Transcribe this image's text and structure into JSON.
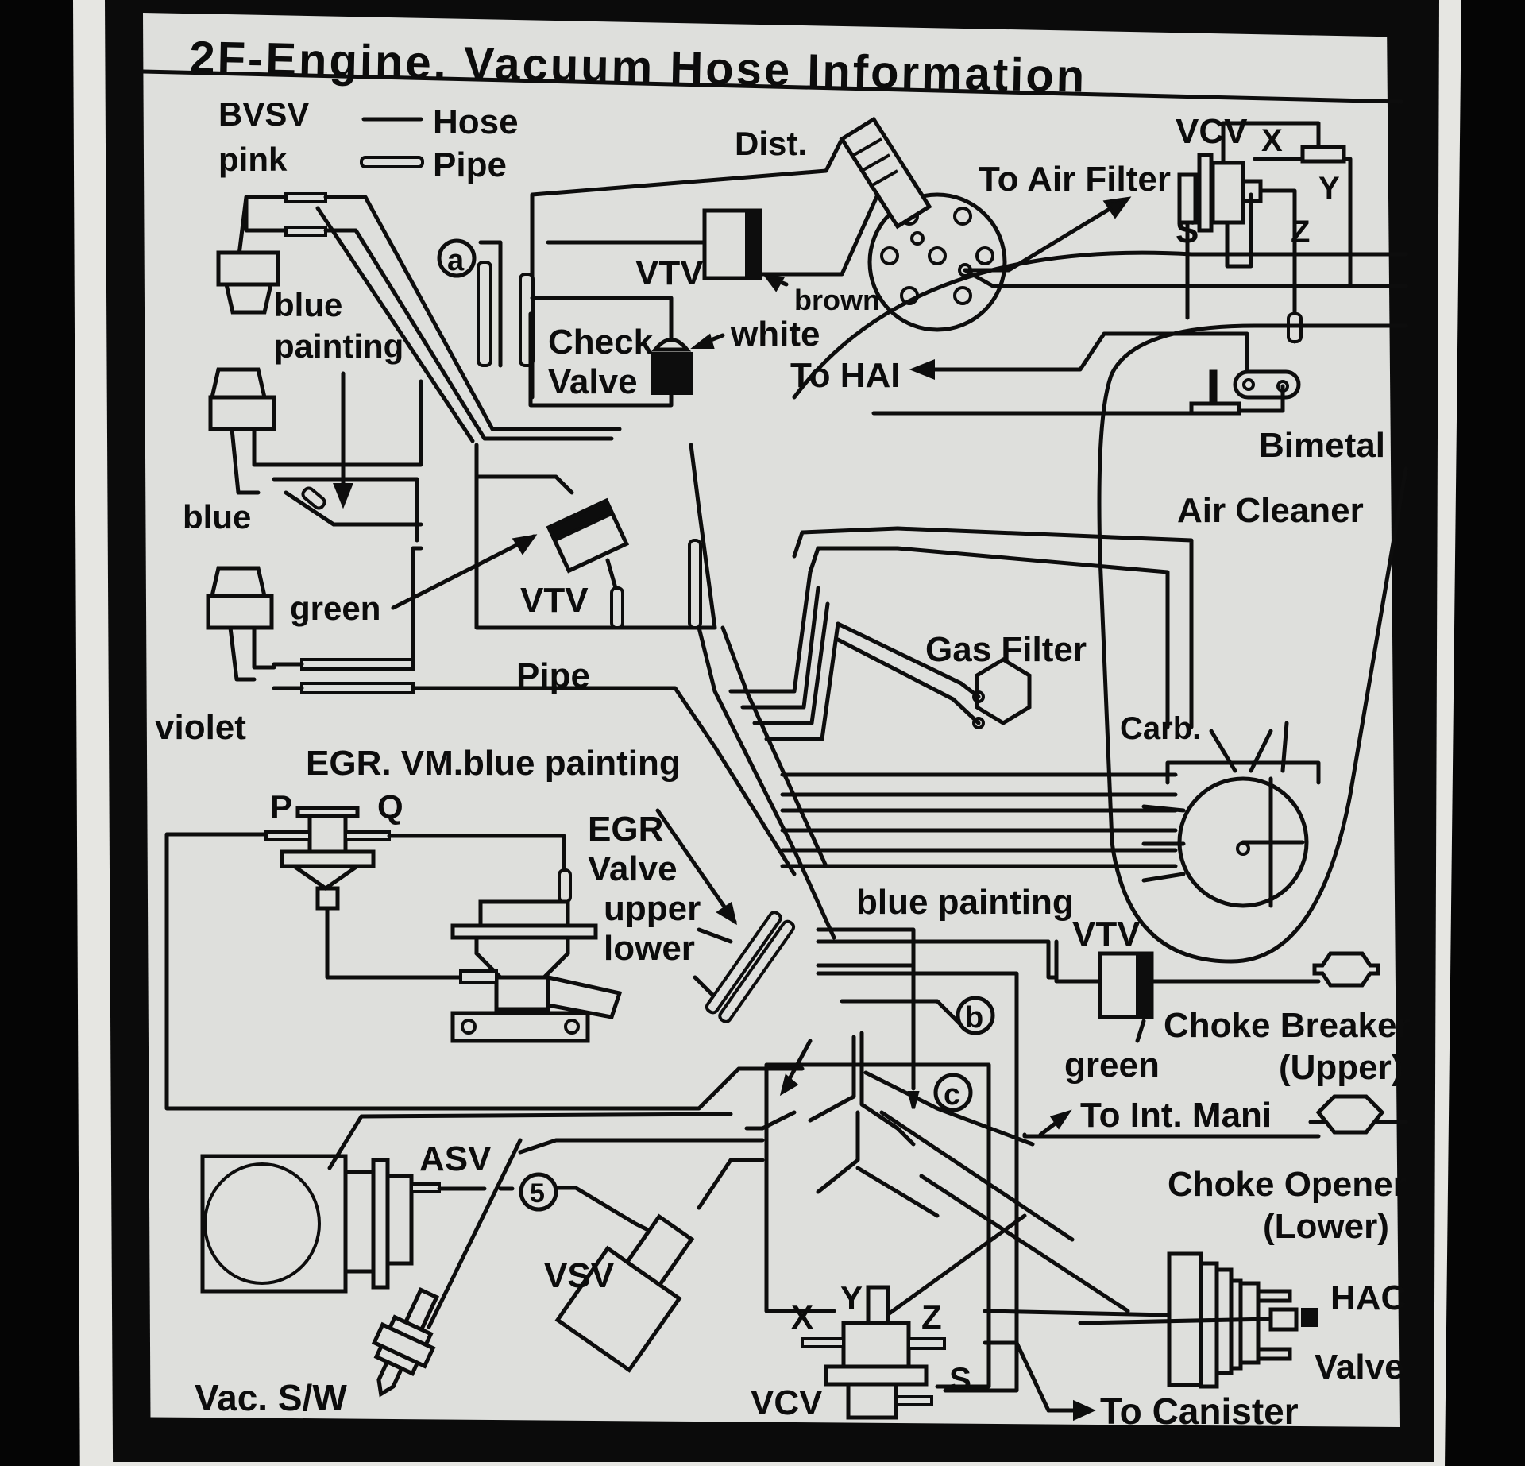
{
  "title": "2F-Engine. Vacuum Hose Information",
  "legend": {
    "hose_label": "Hose",
    "pipe_label": "Pipe"
  },
  "labels": {
    "bvsv": "BVSV",
    "bvsv_color": "pink",
    "blue_painting_left_1": "blue",
    "blue_painting_left_2": "painting",
    "blue": "blue",
    "green_left": "green",
    "violet": "violet",
    "dist": "Dist.",
    "vtv_top": "VTV",
    "brown": "brown",
    "check_valve_1": "Check",
    "check_valve_2": "Valve",
    "white": "white",
    "to_hai": "To HAI",
    "vtv_mid": "VTV",
    "pipe_mid": "Pipe",
    "vcv_top": "VCV",
    "to_air_filter": "To Air Filter",
    "port_x_top": "X",
    "port_y_top": "Y",
    "port_s_top": "S",
    "port_z_top": "Z",
    "bimetal": "Bimetal",
    "air_cleaner": "Air Cleaner",
    "gas_filter": "Gas Filter",
    "carb": "Carb.",
    "egr_vm": "EGR. VM.blue painting",
    "port_p": "P",
    "port_q": "Q",
    "egr_valve_1": "EGR",
    "egr_valve_2": "Valve",
    "egr_upper": "upper",
    "egr_lower": "lower",
    "blue_painting_center": "blue painting",
    "vtv_right": "VTV",
    "choke_breaker_1": "Choke Breaker",
    "choke_breaker_2": "(Upper)",
    "green_right": "green",
    "to_int_mani": "To Int. Mani",
    "choke_opener_1": "Choke Opener",
    "choke_opener_2": "(Lower)",
    "asv": "ASV",
    "vsv": "VSV",
    "vac_sw": "Vac. S/W",
    "port_x_bottom": "X",
    "port_y_bottom": "Y",
    "port_z_bottom": "Z",
    "port_s_bottom": "S",
    "vcv_bottom": "VCV",
    "hac_1": "HAC",
    "hac_2": "Valve",
    "to_canister": "To Canister"
  },
  "markers": {
    "a": "a",
    "b": "b",
    "c": "c",
    "five": "5"
  }
}
